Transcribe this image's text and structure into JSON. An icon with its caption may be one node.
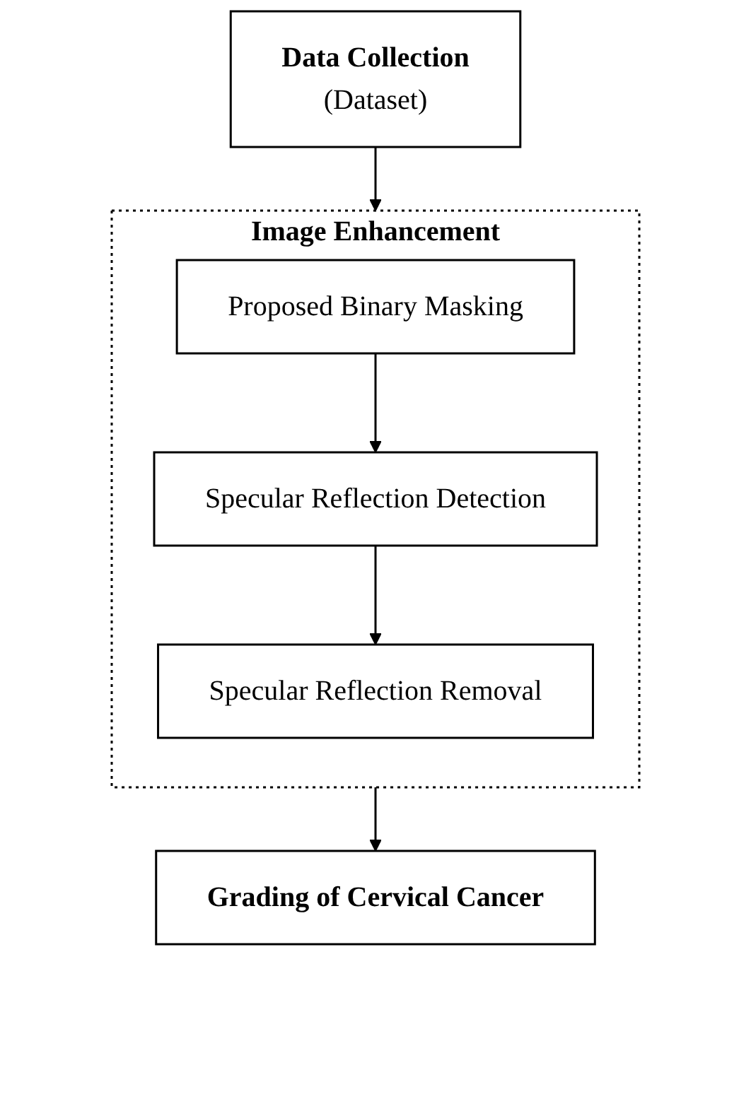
{
  "diagram": {
    "nodes": [
      {
        "text": [
          "Data Collection",
          "(Dataset)"
        ]
      },
      {
        "text": [
          "Image Enhancement"
        ]
      },
      {
        "text": [
          "Proposed Binary Masking"
        ],
        "in": 1
      },
      {
        "text": [
          "Specular Reflection Detection"
        ],
        "in": 1
      },
      {
        "text": [
          "Specular Reflection Removal"
        ],
        "in": 1
      },
      {
        "text": [
          "Grading of Cervical Cancer"
        ]
      }
    ],
    "edges": [
      {
        "from": 0,
        "to": 1,
        "arrow": "to"
      },
      {
        "from": 2,
        "to": 3,
        "arrow": "to"
      },
      {
        "from": 3,
        "to": 4,
        "arrow": "to"
      },
      {
        "from": 1,
        "to": 5,
        "arrow": "to"
      }
    ]
  }
}
